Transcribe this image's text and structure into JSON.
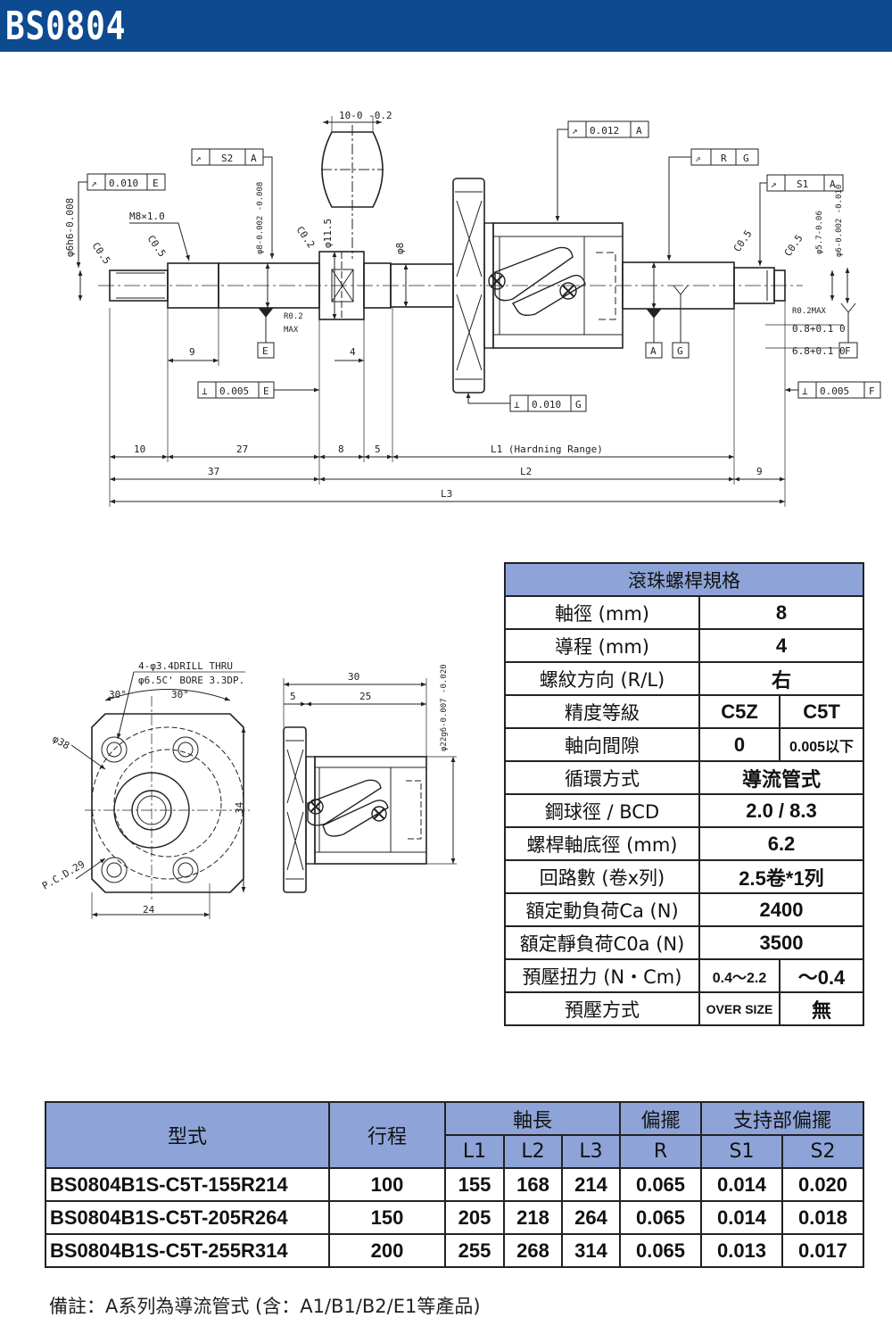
{
  "header": {
    "title": "BS0804"
  },
  "drawing_labels": {
    "shaft_tol": "φ6h6-0.008",
    "thread": "M8×1.0",
    "c05a": "C0.5",
    "c05b": "C0.5",
    "c02": "C0.2",
    "c05c": "C0.5",
    "c05d": "C0.5",
    "phi8a": "φ8-0.002 -0.008",
    "phi115": "φ11.5",
    "phi8b": "φ8",
    "phi57": "φ5.7-0.06",
    "phi6b": "φ6-0.002 -0.010",
    "width10": "10-0 -0.2",
    "r02max_a": "R0.2",
    "r02max_a2": "MAX",
    "r02max_b": "R0.2MAX",
    "d08": "0.8+0.1 0",
    "d68": "6.8+0.1 0",
    "gt1_sym": "↗",
    "gt1_val": "0.010",
    "gt1_ref": "E",
    "gt2_sym": "↗",
    "gt2_val": "S2",
    "gt2_ref": "A",
    "gt3_sym": "↗",
    "gt3_val": "0.012",
    "gt3_ref": "A",
    "gt4_sym": "⇗",
    "gt4_val": "R",
    "gt4_ref": "G",
    "gt5_sym": "↗",
    "gt5_val": "S1",
    "gt5_ref": "A",
    "gt6_sym": "⊥",
    "gt6_val": "0.005",
    "gt6_ref": "E",
    "gt7_sym": "⊥",
    "gt7_val": "0.010",
    "gt7_ref": "G",
    "gt8_sym": "⊥",
    "gt8_val": "0.005",
    "gt8_ref": "F",
    "datum_e": "E",
    "datum_a": "A",
    "datum_g": "G",
    "datum_f": "F",
    "d9a": "9",
    "d4": "4",
    "d10": "10",
    "d27": "27",
    "d8": "8",
    "d5": "5",
    "l1": "L1 (Hardning Range)",
    "d37": "37",
    "l2": "L2",
    "d9b": "9",
    "l3": "L3",
    "drill1": "4-φ3.4DRILL THRU",
    "drill2": "φ6.5C' BORE 3.3DP.",
    "ang1": "30°",
    "ang2": "30°",
    "d38": "φ38",
    "pcd": "P.C.D.29",
    "d24": "24",
    "d34": "34",
    "d30": "30",
    "d5b": "5",
    "d25": "25",
    "phi22": "φ22g6-0.007 -0.020"
  },
  "spec": {
    "title": "滾珠螺桿規格",
    "rows": [
      {
        "label": "軸徑 (mm)",
        "value": "8"
      },
      {
        "label": "導程 (mm)",
        "value": "4"
      },
      {
        "label": "螺紋方向 (R/L)",
        "value": "右"
      },
      {
        "label": "精度等級",
        "v1": "C5Z",
        "v2": "C5T"
      },
      {
        "label": "軸向間隙",
        "v1": "0",
        "v2": "0.005以下"
      },
      {
        "label": "循環方式",
        "value": "導流管式"
      },
      {
        "label": "鋼球徑 / BCD",
        "value": "2.0 / 8.3"
      },
      {
        "label": "螺桿軸底徑 (mm)",
        "value": "6.2"
      },
      {
        "label": "回路數 (卷x列)",
        "value": "2.5卷*1列"
      },
      {
        "label": "額定動負荷Ca (N)",
        "value": "2400"
      },
      {
        "label": "額定靜負荷C0a (N)",
        "value": "3500"
      },
      {
        "label": "預壓扭力 (N・Cm)",
        "v1": "0.4～2.2",
        "v2": "～0.4"
      },
      {
        "label": "預壓方式",
        "v1": "OVER SIZE",
        "v2": "無"
      }
    ]
  },
  "models": {
    "headers": {
      "type": "型式",
      "stroke": "行程",
      "shaft_len": "軸長",
      "runout": "偏擺",
      "support_runout": "支持部偏擺",
      "l1": "L1",
      "l2": "L2",
      "l3": "L3",
      "r": "R",
      "s1": "S1",
      "s2": "S2"
    },
    "rows": [
      {
        "model": "BS0804B1S-C5T-155R214",
        "stroke": "100",
        "l1": "155",
        "l2": "168",
        "l3": "214",
        "r": "0.065",
        "s1": "0.014",
        "s2": "0.020"
      },
      {
        "model": "BS0804B1S-C5T-205R264",
        "stroke": "150",
        "l1": "205",
        "l2": "218",
        "l3": "264",
        "r": "0.065",
        "s1": "0.014",
        "s2": "0.018"
      },
      {
        "model": "BS0804B1S-C5T-255R314",
        "stroke": "200",
        "l1": "255",
        "l2": "268",
        "l3": "314",
        "r": "0.065",
        "s1": "0.013",
        "s2": "0.017"
      }
    ]
  },
  "note": "備註：A系列為導流管式 (含：A1/B1/B2/E1等產品)"
}
